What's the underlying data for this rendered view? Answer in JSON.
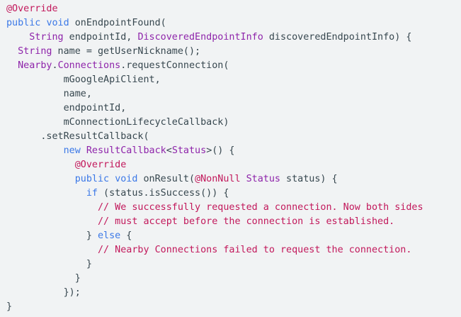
{
  "colors": {
    "background": "#f1f3f4",
    "plain": "#37474f",
    "keyword": "#3b78e7",
    "type": "#8e24aa",
    "annotation": "#c2185b",
    "comment": "#c2185b"
  },
  "code": {
    "language": "java",
    "lines": [
      [
        [
          "annotation",
          "@Override"
        ]
      ],
      [
        [
          "keyword",
          "public"
        ],
        [
          "plain",
          " "
        ],
        [
          "keyword",
          "void"
        ],
        [
          "plain",
          " onEndpointFound("
        ]
      ],
      [
        [
          "plain",
          "    "
        ],
        [
          "type",
          "String"
        ],
        [
          "plain",
          " endpointId, "
        ],
        [
          "type",
          "DiscoveredEndpointInfo"
        ],
        [
          "plain",
          " discoveredEndpointInfo) {"
        ]
      ],
      [
        [
          "plain",
          "  "
        ],
        [
          "type",
          "String"
        ],
        [
          "plain",
          " name = getUserNickname();"
        ]
      ],
      [
        [
          "plain",
          "  "
        ],
        [
          "type",
          "Nearby"
        ],
        [
          "plain",
          "."
        ],
        [
          "type",
          "Connections"
        ],
        [
          "plain",
          ".requestConnection("
        ]
      ],
      [
        [
          "plain",
          "          mGoogleApiClient,"
        ]
      ],
      [
        [
          "plain",
          "          name,"
        ]
      ],
      [
        [
          "plain",
          "          endpointId,"
        ]
      ],
      [
        [
          "plain",
          "          mConnectionLifecycleCallback)"
        ]
      ],
      [
        [
          "plain",
          "      .setResultCallback("
        ]
      ],
      [
        [
          "plain",
          "          "
        ],
        [
          "keyword",
          "new"
        ],
        [
          "plain",
          " "
        ],
        [
          "type",
          "ResultCallback"
        ],
        [
          "plain",
          "<"
        ],
        [
          "type",
          "Status"
        ],
        [
          "plain",
          ">() {"
        ]
      ],
      [
        [
          "plain",
          "            "
        ],
        [
          "annotation",
          "@Override"
        ]
      ],
      [
        [
          "plain",
          "            "
        ],
        [
          "keyword",
          "public"
        ],
        [
          "plain",
          " "
        ],
        [
          "keyword",
          "void"
        ],
        [
          "plain",
          " onResult("
        ],
        [
          "annotation",
          "@NonNull"
        ],
        [
          "plain",
          " "
        ],
        [
          "type",
          "Status"
        ],
        [
          "plain",
          " status) {"
        ]
      ],
      [
        [
          "plain",
          "              "
        ],
        [
          "keyword",
          "if"
        ],
        [
          "plain",
          " (status.isSuccess()) {"
        ]
      ],
      [
        [
          "plain",
          "                "
        ],
        [
          "comment",
          "// We successfully requested a connection. Now both sides"
        ]
      ],
      [
        [
          "plain",
          "                "
        ],
        [
          "comment",
          "// must accept before the connection is established."
        ]
      ],
      [
        [
          "plain",
          "              } "
        ],
        [
          "keyword",
          "else"
        ],
        [
          "plain",
          " {"
        ]
      ],
      [
        [
          "plain",
          "                "
        ],
        [
          "comment",
          "// Nearby Connections failed to request the connection."
        ]
      ],
      [
        [
          "plain",
          "              }"
        ]
      ],
      [
        [
          "plain",
          "            }"
        ]
      ],
      [
        [
          "plain",
          "          });"
        ]
      ],
      [
        [
          "plain",
          "}"
        ]
      ]
    ]
  }
}
